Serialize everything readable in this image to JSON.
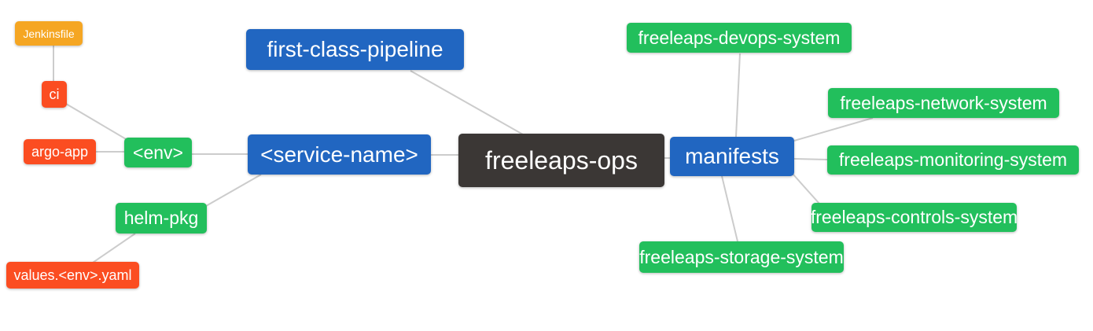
{
  "diagram": {
    "type": "mindmap",
    "root_label": "freeleaps-ops",
    "colors": {
      "background": "#ffffff",
      "edge": "#cccccc",
      "text": "#ffffff",
      "root_bg": "#3b3735",
      "branch_blue": "#2166c1",
      "leaf_green": "#22bf5c",
      "leaf_red": "#fb4d21",
      "leaf_amber": "#f5a623"
    },
    "nodes": [
      {
        "label": "Jenkinsfile",
        "color": "#f5a623"
      },
      {
        "label": "ci",
        "color": "#fb4d21"
      },
      {
        "label": "argo-app",
        "color": "#fb4d21"
      },
      {
        "label": "<env>",
        "color": "#22bf5c"
      },
      {
        "label": "helm-pkg",
        "color": "#22bf5c"
      },
      {
        "label": "values.<env>.yaml",
        "color": "#fb4d21"
      },
      {
        "label": "first-class-pipeline",
        "color": "#2166c1"
      },
      {
        "label": "<service-name>",
        "color": "#2166c1"
      },
      {
        "label": "freeleaps-ops",
        "color": "#3b3735"
      },
      {
        "label": "manifests",
        "color": "#2166c1"
      },
      {
        "label": "freeleaps-devops-system",
        "color": "#22bf5c"
      },
      {
        "label": "freeleaps-network-system",
        "color": "#22bf5c"
      },
      {
        "label": "freeleaps-monitoring-system",
        "color": "#22bf5c"
      },
      {
        "label": "freeleaps-controls-system",
        "color": "#22bf5c"
      },
      {
        "label": "freeleaps-storage-system",
        "color": "#22bf5c"
      }
    ],
    "edges": [
      {
        "from": "Jenkinsfile",
        "to": "ci"
      },
      {
        "from": "ci",
        "to": "<env>"
      },
      {
        "from": "argo-app",
        "to": "<env>"
      },
      {
        "from": "<env>",
        "to": "<service-name>"
      },
      {
        "from": "helm-pkg",
        "to": "<service-name>"
      },
      {
        "from": "values.<env>.yaml",
        "to": "helm-pkg"
      },
      {
        "from": "first-class-pipeline",
        "to": "freeleaps-ops"
      },
      {
        "from": "<service-name>",
        "to": "freeleaps-ops"
      },
      {
        "from": "freeleaps-ops",
        "to": "manifests"
      },
      {
        "from": "manifests",
        "to": "freeleaps-devops-system"
      },
      {
        "from": "manifests",
        "to": "freeleaps-network-system"
      },
      {
        "from": "manifests",
        "to": "freeleaps-monitoring-system"
      },
      {
        "from": "manifests",
        "to": "freeleaps-controls-system"
      },
      {
        "from": "manifests",
        "to": "freeleaps-storage-system"
      }
    ]
  }
}
